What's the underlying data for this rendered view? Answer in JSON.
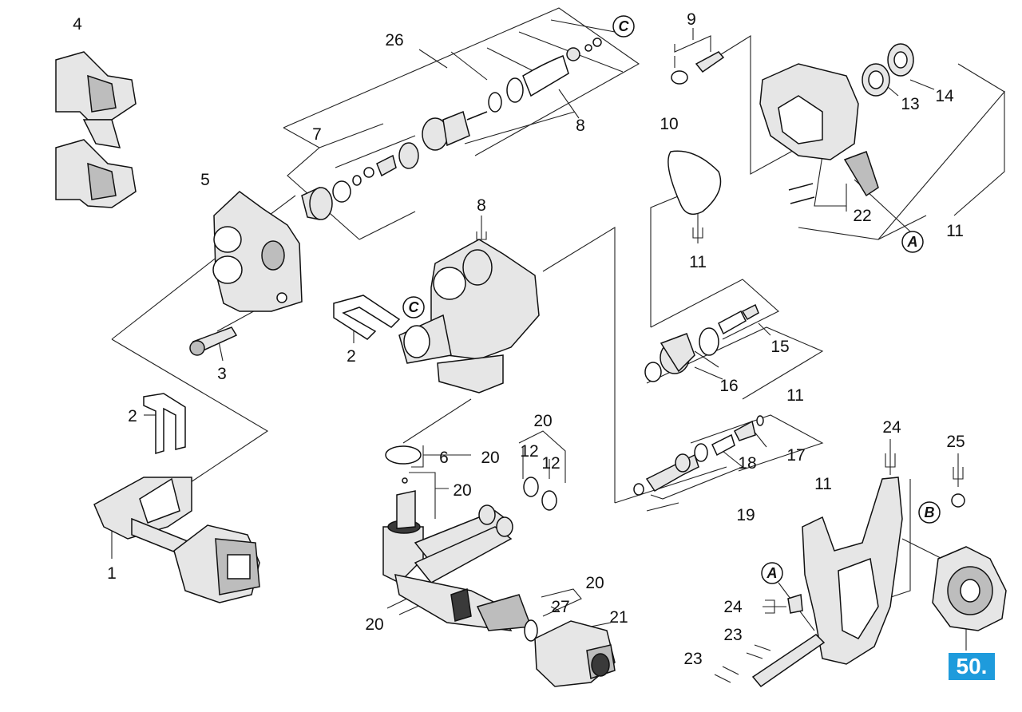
{
  "page_number": "50.",
  "callouts": {
    "c1": "1",
    "c2a": "2",
    "c2b": "2",
    "c3": "3",
    "c4": "4",
    "c5": "5",
    "c6": "6",
    "c7": "7",
    "c8a": "8",
    "c8b": "8",
    "c9": "9",
    "c10": "10",
    "c11a": "11",
    "c11b": "11",
    "c11c": "11",
    "c11d": "11",
    "c12a": "12",
    "c12b": "12",
    "c13": "13",
    "c14": "14",
    "c15": "15",
    "c16": "16",
    "c17": "17",
    "c18": "18",
    "c19": "19",
    "c20a": "20",
    "c20b": "20",
    "c20c": "20",
    "c20d": "20",
    "c20e": "20",
    "c21": "21",
    "c22": "22",
    "c23a": "23",
    "c23b": "23",
    "c24a": "24",
    "c24b": "24",
    "c25": "25",
    "c26": "26",
    "c27": "27"
  },
  "markers": {
    "a1": "A",
    "a2": "A",
    "b": "B",
    "c1": "C",
    "c2": "C"
  }
}
